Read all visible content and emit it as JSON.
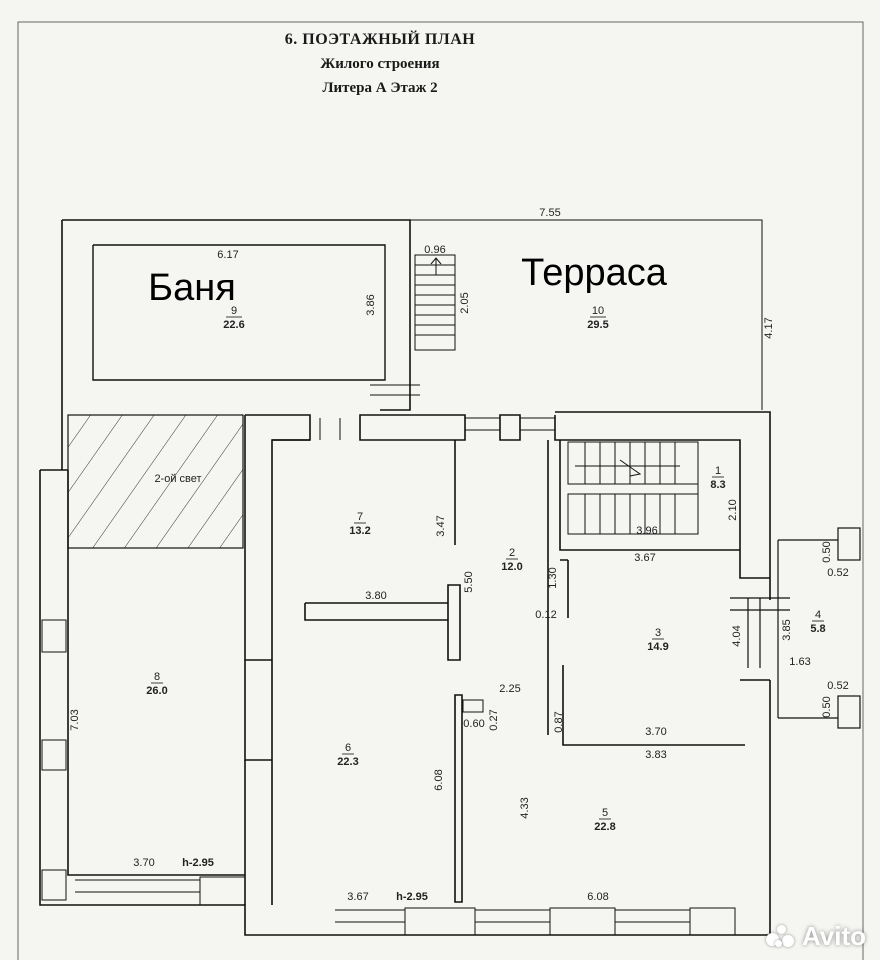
{
  "title": {
    "line1": "6. ПОЭТАЖНЫЙ ПЛАН",
    "line2": "Жилого строения",
    "line3": "Литера А Этаж 2"
  },
  "labels": {
    "banya": "Баня",
    "terrasa": "Терраса",
    "second_light": "2-ой свет"
  },
  "rooms": [
    {
      "num": "1",
      "area": "8.3"
    },
    {
      "num": "2",
      "area": "12.0"
    },
    {
      "num": "3",
      "area": "14.9"
    },
    {
      "num": "4",
      "area": "5.8"
    },
    {
      "num": "5",
      "area": "22.8"
    },
    {
      "num": "6",
      "area": "22.3"
    },
    {
      "num": "7",
      "area": "13.2"
    },
    {
      "num": "8",
      "area": "26.0"
    },
    {
      "num": "9",
      "area": "22.6"
    },
    {
      "num": "10",
      "area": "29.5"
    }
  ],
  "dims": {
    "d755": "7.55",
    "d617": "6.17",
    "d096": "0.96",
    "d386": "3.86",
    "d205": "2.05",
    "d417": "4.17",
    "d347": "3.47",
    "d210": "2.10",
    "d396": "3.96",
    "d367a": "3.67",
    "d050a": "0.50",
    "d052a": "0.52",
    "d380": "3.80",
    "d550": "5.50",
    "d130": "1.30",
    "d012": "0.12",
    "d404": "4.04",
    "d385": "3.85",
    "d163": "1.63",
    "d052b": "0.52",
    "d050b": "0.50",
    "d703": "7.03",
    "d225": "2.25",
    "d060": "0.60",
    "d027": "0.27",
    "d087": "0.87",
    "d370a": "3.70",
    "d383": "3.83",
    "d608a": "6.08",
    "d433": "4.33",
    "d370b": "3.70",
    "h295a": "h-2.95",
    "d367b": "3.67",
    "h295b": "h-2.95",
    "d608b": "6.08"
  },
  "watermark": {
    "text": "Avito"
  }
}
